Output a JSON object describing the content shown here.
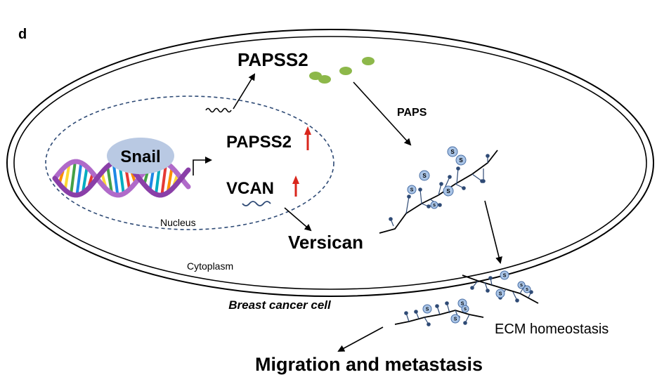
{
  "panel_label": "d",
  "labels": {
    "papss2_top": "PAPSS2",
    "snail": "Snail",
    "papss2_nucleus": "PAPSS2",
    "vcan": "VCAN",
    "nucleus": "Nucleus",
    "cytoplasm": "Cytoplasm",
    "versican": "Versican",
    "paps": "PAPS",
    "cell": "Breast cancer cell",
    "ecm": "ECM homeostasis",
    "outcome": "Migration and metastasis"
  },
  "sulfate_marker": "S",
  "colors": {
    "up_arrow": "#d9261c",
    "nucleus_border": "#2e4a75",
    "paps_dots": "#8db84a",
    "sulfate_fill": "#a9c4e6",
    "sulfate_stroke": "#4a6fa5",
    "snail_ellipse": "#b9c9e3",
    "dna_strand_a": "#8a3fa8",
    "dna_strand_b": "#b06ac9",
    "dna_bases": [
      "#e53935",
      "#fb8c00",
      "#fdd835",
      "#43a047",
      "#1e88e5",
      "#00acc1"
    ]
  }
}
